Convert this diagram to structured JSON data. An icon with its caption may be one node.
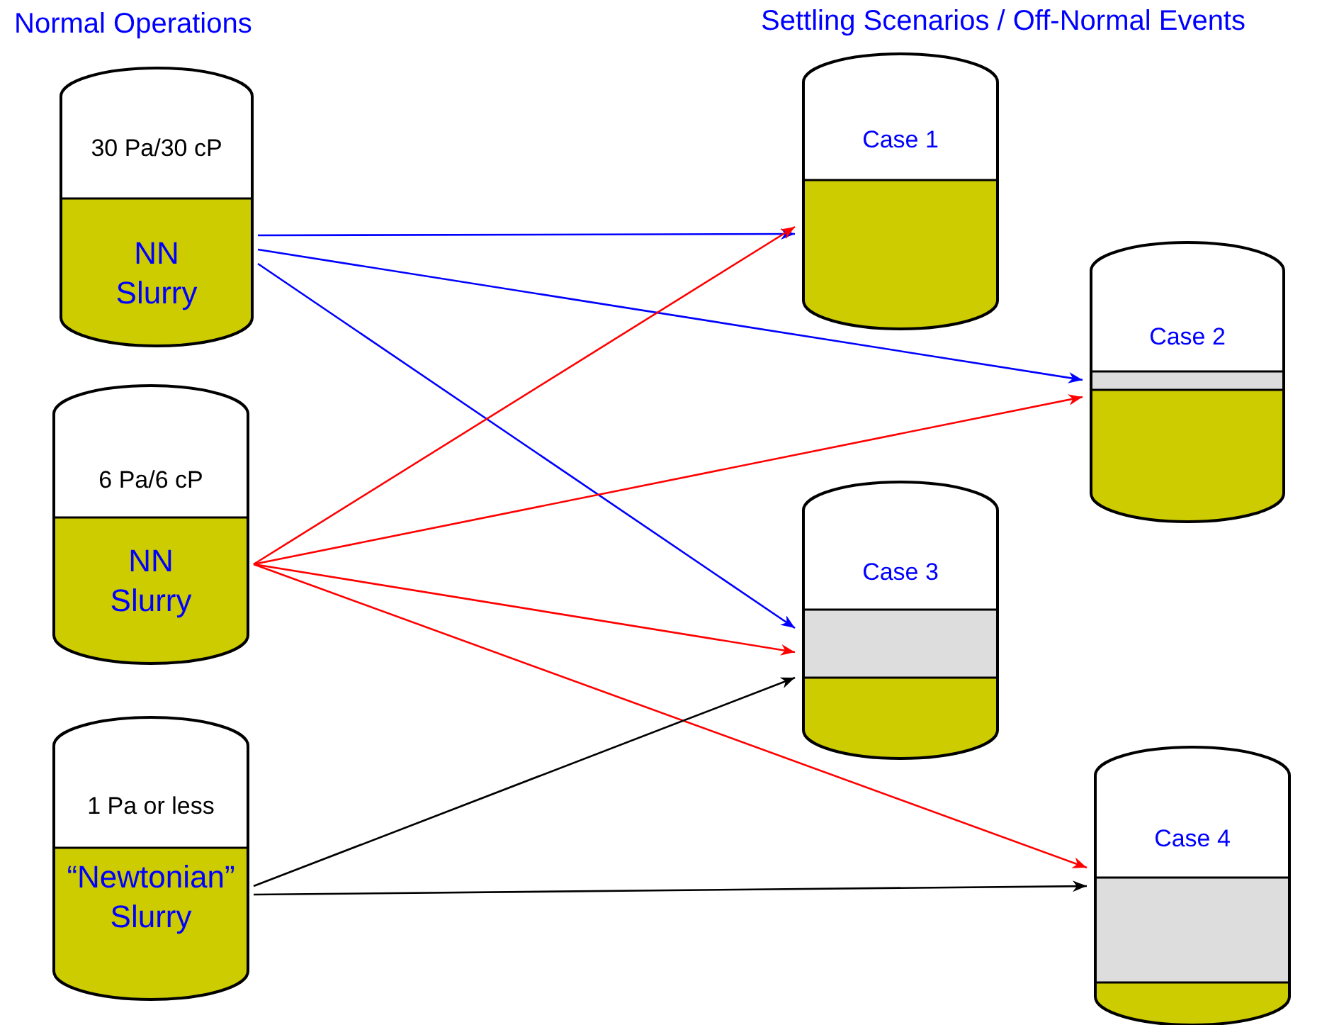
{
  "diagram": {
    "nodes": [
      {
        "text": [
          "30 Pa/30 cP",
          "NN Slurry"
        ]
      },
      {
        "text": [
          "6 Pa/6 cP",
          "NN Slurry"
        ]
      },
      {
        "text": [
          "1 Pa or less",
          "“Newtonian” Slurry"
        ]
      },
      {
        "text": [
          "Case 1"
        ]
      },
      {
        "text": [
          "Case 2"
        ]
      },
      {
        "text": [
          "Case 3"
        ]
      },
      {
        "text": [
          "Case 4"
        ]
      }
    ],
    "edges": [
      {
        "from": 0,
        "to": 3,
        "arrow": "to",
        "color": "#0000ff"
      },
      {
        "from": 0,
        "to": 4,
        "arrow": "to",
        "color": "#0000ff"
      },
      {
        "from": 0,
        "to": 5,
        "arrow": "to",
        "color": "#0000ff"
      },
      {
        "from": 1,
        "to": 3,
        "arrow": "to"
      },
      {
        "from": 1,
        "to": 4,
        "arrow": "to"
      },
      {
        "from": 1,
        "to": 5,
        "arrow": "to"
      },
      {
        "from": 1,
        "to": 6,
        "arrow": "to"
      },
      {
        "from": 2,
        "to": 5,
        "arrow": "to",
        "color": "#000000"
      },
      {
        "from": 2,
        "to": 6,
        "arrow": "to",
        "color": "#000000"
      }
    ],
    "labels": [
      "Normal Operations",
      "Settling Scenarios / Off-Normal Events"
    ]
  }
}
